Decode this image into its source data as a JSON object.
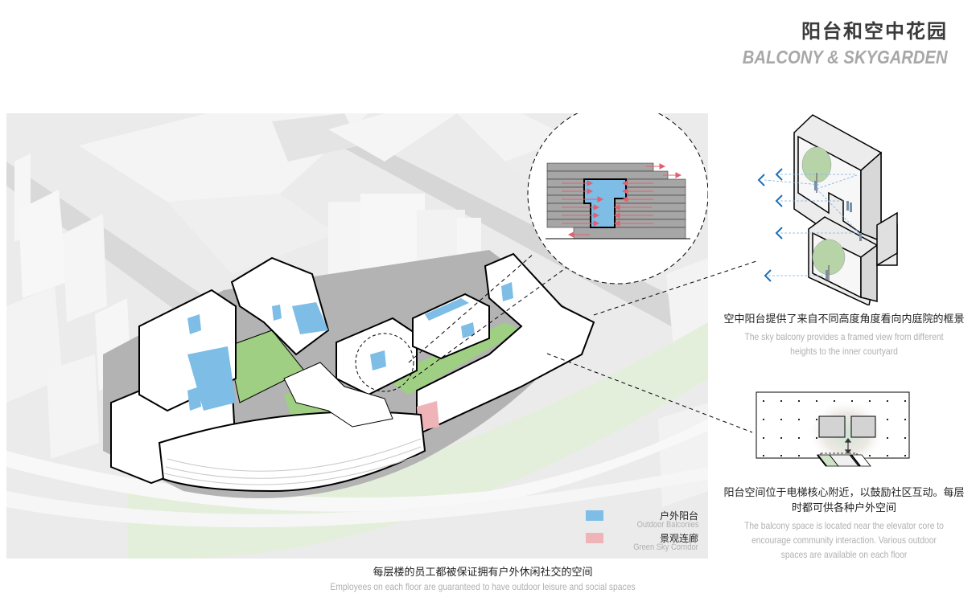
{
  "header": {
    "title_cn": "阳台和空中花园",
    "title_en": "BALCONY & SKYGARDEN"
  },
  "main_diagram": {
    "caption_cn": "每层楼的员工都被保证拥有户外休闲社交的空间",
    "caption_en": "Employees on each floor are guaranteed to have outdoor leisure and social spaces",
    "legend": [
      {
        "label_cn": "户外阳台",
        "label_en": "Outdoor Balconies",
        "color": "#7dbde6"
      },
      {
        "label_cn": "景观连廊",
        "label_en": "Green Sky Corridor",
        "color": "#eeb4b8"
      }
    ],
    "colors": {
      "balcony": "#7dbde6",
      "green_space": "#9fcf82",
      "sky_corridor": "#eeb4b8",
      "context_buildings": "#f2f2f2",
      "ground": "#b3b3b3",
      "landscape": "#e4efdb"
    }
  },
  "sky_balcony_detail": {
    "caption_cn": "空中阳台提供了来自不同高度角度看向内庭院的框景",
    "caption_en": "The sky balcony provides a framed view from different heights to the inner courtyard",
    "arrow_color": "#1f6fb5"
  },
  "elevator_plan_detail": {
    "caption_cn": "阳台空间位于电梯核心附近，以鼓励社区互动。每层时都可供各种户外空间",
    "caption_en": "The balcony space is located near the elevator core to encourage community interaction. Various outdoor spaces are available on each floor"
  },
  "section_detail": {
    "arrow_color": "#e06070",
    "void_color": "#7dbde6",
    "floor_color": "#a6a6a6"
  }
}
